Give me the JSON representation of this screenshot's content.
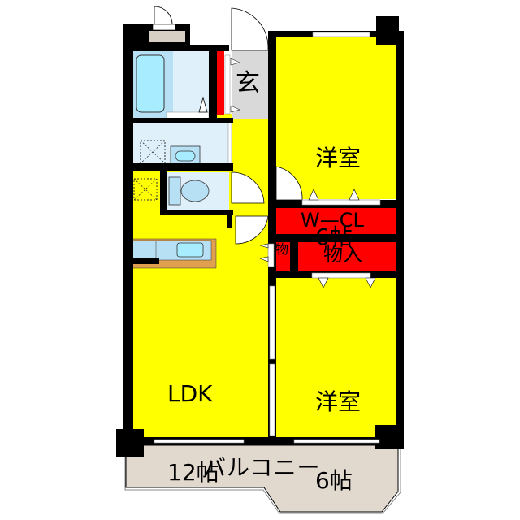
{
  "colors": {
    "room": "#ffff00",
    "storage": "#ff0000",
    "wet": "#dff0fb",
    "bath": "#b8e0f5",
    "fixture": "#a8ecff",
    "entry": "#d9d9d9",
    "balcony": "#e1d8ce",
    "counter": "#e0a050",
    "wall": "#000000"
  },
  "rooms": {
    "western1": {
      "name": "洋室",
      "size": "6帖"
    },
    "western2": {
      "name": "洋室",
      "size": "6帖"
    },
    "ldk": {
      "name": "LDK",
      "size": "12帖"
    },
    "genkan": {
      "name": "玄"
    },
    "wcl": {
      "name": "W—CL"
    },
    "storage_large": {
      "name": "物入"
    },
    "storage_small": {
      "name": "物"
    },
    "balcony": {
      "name": "バルコニー"
    }
  }
}
